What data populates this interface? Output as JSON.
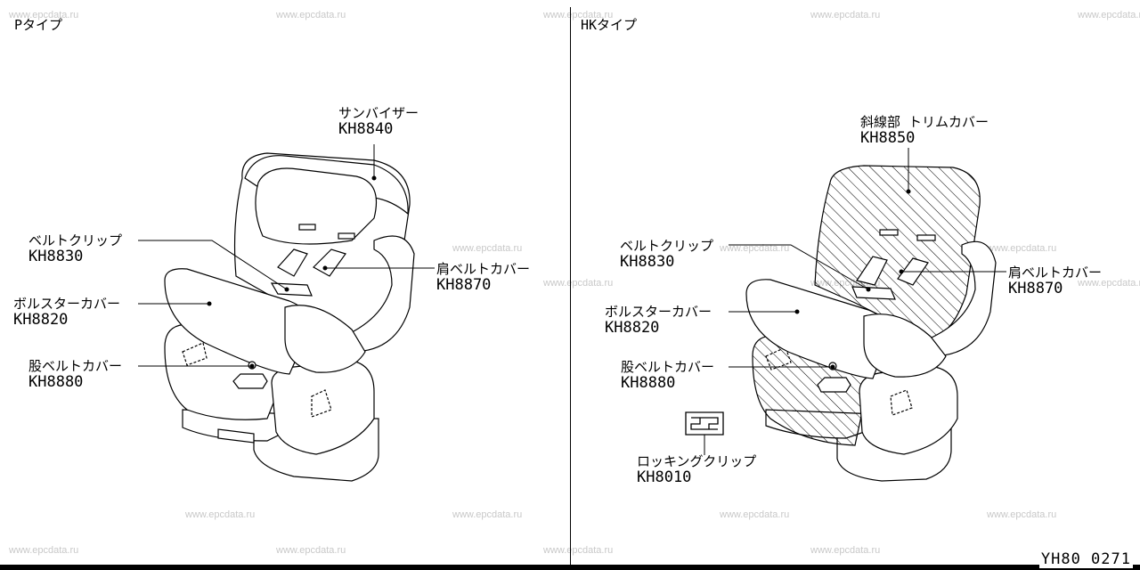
{
  "watermark": "www.epcdata.ru",
  "left": {
    "title": "Pタイプ",
    "labels": {
      "sunvisor": {
        "name": "サンバイザー",
        "code": "KH8840"
      },
      "belt_clip": {
        "name": "ベルトクリップ",
        "code": "KH8830"
      },
      "bolster": {
        "name": "ボルスターカバー",
        "code": "KH8820"
      },
      "crotch_belt": {
        "name": "股ベルトカバー",
        "code": "KH8880"
      },
      "shoulder_belt": {
        "name": "肩ベルトカバー",
        "code": "KH8870"
      }
    }
  },
  "right": {
    "title": "HKタイプ",
    "labels": {
      "trim": {
        "name": "斜線部 トリムカバー",
        "code": "KH8850"
      },
      "belt_clip": {
        "name": "ベルトクリップ",
        "code": "KH8830"
      },
      "bolster": {
        "name": "ボルスターカバー",
        "code": "KH8820"
      },
      "crotch_belt": {
        "name": "股ベルトカバー",
        "code": "KH8880"
      },
      "shoulder_belt": {
        "name": "肩ベルトカバー",
        "code": "KH8870"
      },
      "locking_clip": {
        "name": "ロッキングクリップ",
        "code": "KH8010"
      }
    }
  },
  "doc_id": "YH80 0271"
}
